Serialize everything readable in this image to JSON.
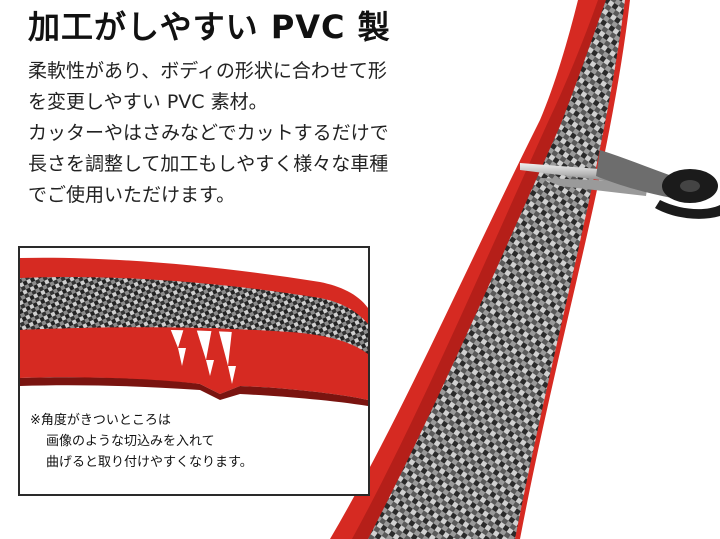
{
  "heading": {
    "title": "加工がしやすい PVC 製"
  },
  "description": {
    "lines": [
      "柔軟性があり、ボディの形状に合わせて形",
      "を変更しやすい PVC 素材。",
      "カッターやはさみなどでカットするだけで",
      "長さを調整して加工もしやすく様々な車種",
      "でご使用いただけます。"
    ]
  },
  "inset": {
    "note_lines": [
      "※角度がきついところは",
      "画像のような切込みを入れて",
      "曲げると取り付けやすくなります。"
    ]
  },
  "colors": {
    "edge_red": "#d62a22",
    "carbon_dark": "#2b2b2b",
    "carbon_light": "#c9c9c9",
    "text": "#222222"
  },
  "icons": {
    "scissors": "scissors-icon"
  }
}
